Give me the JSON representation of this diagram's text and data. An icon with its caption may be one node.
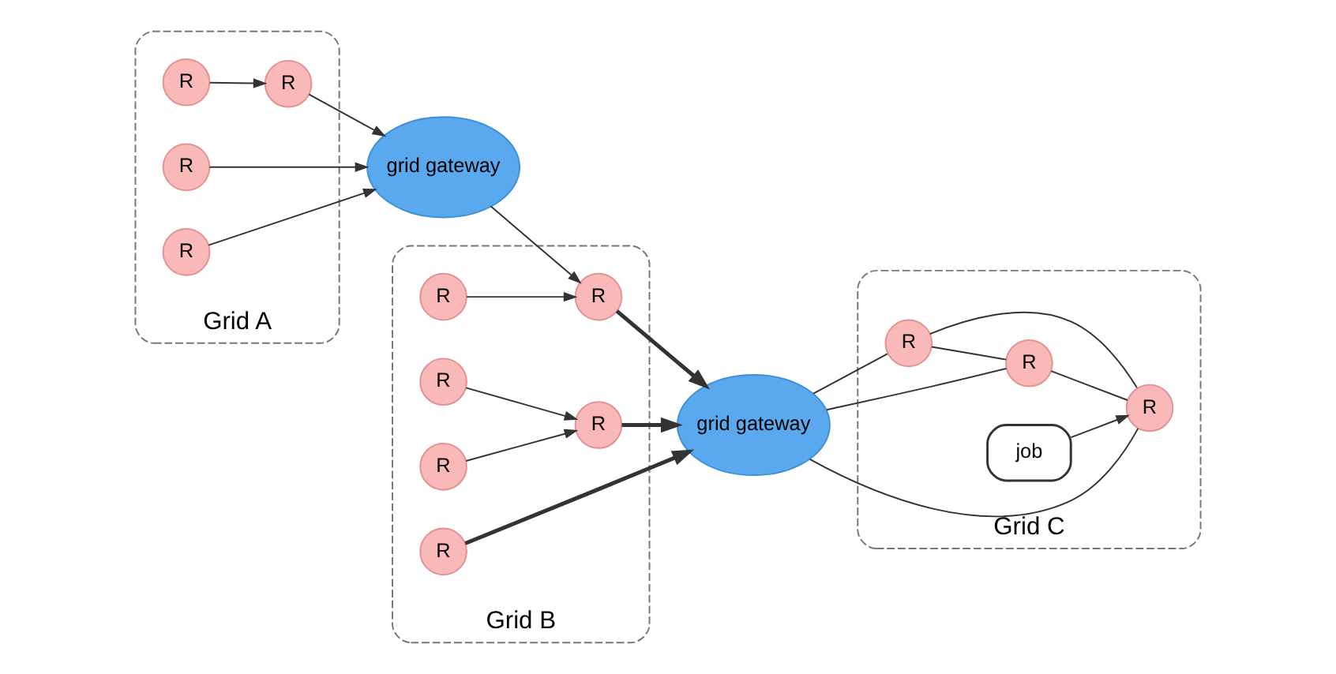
{
  "diagram": {
    "nodes": [
      {
        "text": [
          "Grid A"
        ]
      },
      {
        "text": [
          "R"
        ],
        "in": 0
      },
      {
        "text": [
          "R"
        ],
        "in": 0
      },
      {
        "text": [
          "R"
        ],
        "in": 0
      },
      {
        "text": [
          "R"
        ],
        "in": 0
      },
      {
        "text": [
          "grid gateway"
        ]
      },
      {
        "text": [
          "Grid B"
        ]
      },
      {
        "text": [
          "R"
        ],
        "in": 6
      },
      {
        "text": [
          "R"
        ],
        "in": 6
      },
      {
        "text": [
          "R"
        ],
        "in": 6
      },
      {
        "text": [
          "R"
        ],
        "in": 6
      },
      {
        "text": [
          "R"
        ],
        "in": 6
      },
      {
        "text": [
          "R"
        ],
        "in": 6
      },
      {
        "text": [
          "grid gateway"
        ]
      },
      {
        "text": [
          "Grid C"
        ]
      },
      {
        "text": [
          "R"
        ],
        "in": 14
      },
      {
        "text": [
          "job"
        ],
        "in": 14
      },
      {
        "text": [
          "R"
        ],
        "in": 14
      },
      {
        "text": [
          "R"
        ],
        "in": 14
      }
    ],
    "edges": [
      {
        "from": 1,
        "to": 3,
        "arrow": "to"
      },
      {
        "from": 3,
        "to": 5,
        "arrow": "to"
      },
      {
        "from": 2,
        "to": 5,
        "arrow": "to"
      },
      {
        "from": 4,
        "to": 5,
        "arrow": "to"
      },
      {
        "from": 5,
        "to": 8,
        "arrow": "to"
      },
      {
        "from": 7,
        "to": 8,
        "arrow": "to"
      },
      {
        "from": 8,
        "to": 13,
        "arrow": "to",
        "style": "thick"
      },
      {
        "from": 9,
        "to": 10,
        "arrow": "to"
      },
      {
        "from": 11,
        "to": 10,
        "arrow": "to"
      },
      {
        "from": 10,
        "to": 13,
        "arrow": "to",
        "style": "thick"
      },
      {
        "from": 12,
        "to": 13,
        "arrow": "to",
        "style": "thick"
      },
      {
        "from": 13,
        "to": 15,
        "arrow": "none"
      },
      {
        "from": 13,
        "to": 17,
        "arrow": "none"
      },
      {
        "from": 13,
        "to": 18,
        "arrow": "none"
      },
      {
        "from": 15,
        "to": 17,
        "arrow": "none"
      },
      {
        "from": 15,
        "to": 18,
        "arrow": "none"
      },
      {
        "from": 18,
        "to": 17,
        "arrow": "none"
      },
      {
        "from": 16,
        "to": 17,
        "arrow": "to"
      }
    ]
  }
}
